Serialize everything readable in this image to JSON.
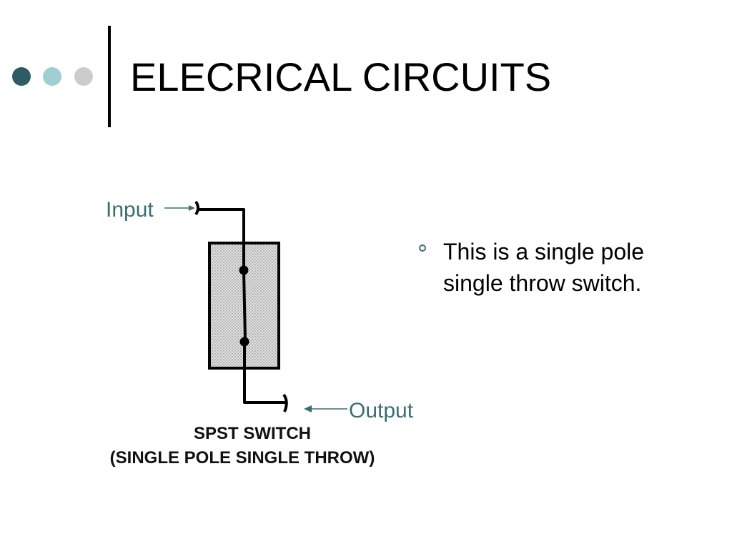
{
  "slide": {
    "title": "ELECRICAL CIRCUITS",
    "dots": [
      {
        "color": "#2e5c64"
      },
      {
        "color": "#9fcfd1"
      },
      {
        "color": "#cccccc"
      }
    ],
    "accent_color": "#3b6e73"
  },
  "diagram": {
    "input_label": "Input",
    "output_label": "Output",
    "caption_line1": "SPST SWITCH",
    "caption_line2": "(SINGLE POLE SINGLE THROW)"
  },
  "content": {
    "bullets": [
      "This is a single pole single throw switch."
    ]
  }
}
